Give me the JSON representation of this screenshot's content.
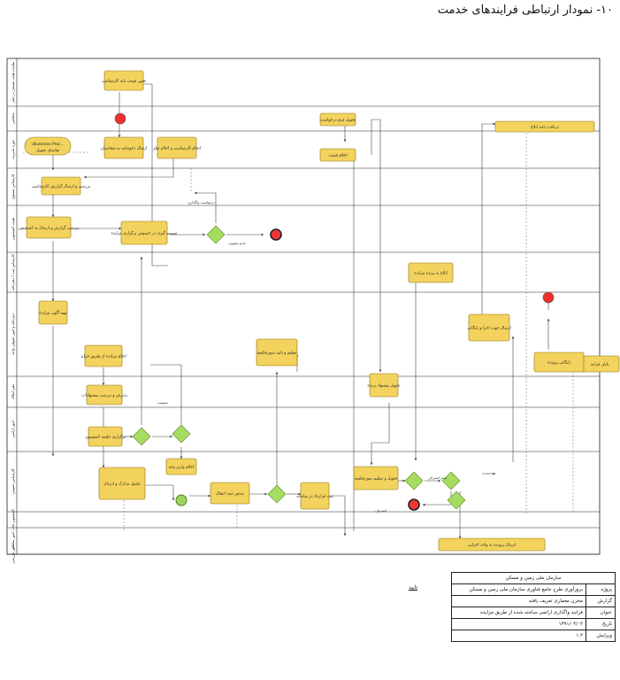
{
  "title": "۱۰- نمودار ارتباطی فرایندهای خدمت",
  "colors": {
    "task_fill": "#f3d35d",
    "task_stroke": "#8d7312",
    "gateway_fill": "#a6dc61",
    "gateway_stroke": "#5c8a22",
    "end_event": "#f03636",
    "start_event": "#ef2f2f",
    "lane_line": "#222222",
    "flow": "#444444"
  },
  "lanes": [
    "نماینده هیئت مستقر در دفتر",
    "متقاضی",
    "حوزه مدیریت",
    "کارشناس مسئول",
    "هیئت کمیسیون",
    "کارشناس ثبت / دفترخانه",
    "دبیرخانه و امور حقوقی واحد",
    "دفتر املاک",
    "امور اراضی",
    "کارشناس عمومی",
    "کمیسیون ماده",
    "امور سامانه",
    "امور بازرسی"
  ],
  "tasks": [
    {
      "text": "تعیین قیمت پایه کارشناسی"
    },
    {
      "text": "انجام کارشناسی و اعلام نظر"
    },
    {
      "text": "ارسال دعوتنامه به متقاضیان"
    },
    {
      "text": "تحویل فرم درخواست"
    },
    {
      "text": "اعلام قیمت"
    },
    {
      "text": "بررسی و ارسال گزارش کارشناسی"
    },
    {
      "text": "بررسی گزارش و ارسال به کمیسیون"
    },
    {
      "text": "تصمیم گیری در خصوص برگزاری مزایده"
    },
    {
      "text": "تهیه آگهی مزایده"
    },
    {
      "text": "اعلام مزایده از طریق جراید"
    },
    {
      "text": "پذیرش و بررسی پیشنهادات"
    },
    {
      "text": "برگزاری جلسه کمیسیون"
    },
    {
      "text": "تنظیم و تایید صورتجلسه"
    },
    {
      "text": "تحویل پیشنهاد برنده"
    },
    {
      "text": "ابلاغ به برنده مزایده"
    },
    {
      "text": "اعلام واریز وجه"
    },
    {
      "text": "تکمیل مدارک و ارسال"
    },
    {
      "text": "صدور سند انتقال"
    },
    {
      "text": "ثبت قرارداد در سامانه"
    },
    {
      "text": "تحویل و تنظیم صورتجلسه"
    },
    {
      "text": "ارسال پرونده به واحد اجرایی"
    },
    {
      "text": "دریافت نامه ابلاغ"
    },
    {
      "text": "پایان فرایند"
    },
    {
      "text": "ارسال جهت اجرا و بایگانی"
    },
    {
      "text": "بایگانی پرونده"
    }
  ],
  "flow_labels": [
    {
      "text": "درخواست واگذاری"
    },
    {
      "text": "عدم تصویب"
    },
    {
      "text": "تصویب"
    },
    {
      "text": "عدم انصراف"
    },
    {
      "text": "انصراف"
    }
  ],
  "process_tag": {
    "line1": "«Business Proc...",
    "line2": "تقاضای تحویل"
  },
  "info_table": {
    "header": "سازمان ملی زمین و مسکن",
    "rows": [
      {
        "key": "پروژه",
        "value": "بروزآوری طرح جامع فناوری سازمان ملی زمین و مسکن"
      },
      {
        "key": "گزارش",
        "value": "مخزن معماری تعریف یافته"
      },
      {
        "key": "عنوان",
        "value": "فرایند واگذاری اراضی ساخته شده از طریق مزایده"
      },
      {
        "key": "تاریخ",
        "value": "۱۳۹۱/۰۴/۰۲"
      },
      {
        "key": "ویرایش",
        "value": "۱.۲"
      }
    ]
  },
  "side_note": "تایید"
}
